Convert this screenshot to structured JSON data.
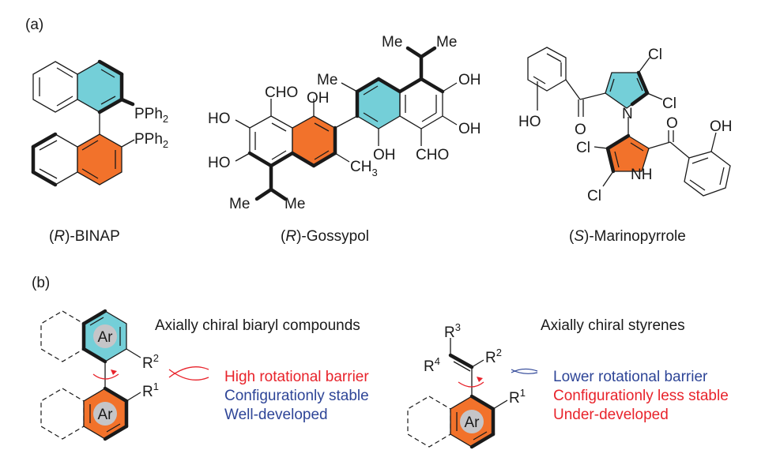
{
  "panels": {
    "a": {
      "label": "(a)",
      "compounds": [
        {
          "name_prefix": "(",
          "name_italic": "R",
          "name_suffix": ")-BINAP",
          "substituents": [
            "PPh",
            "PPh"
          ],
          "subscripts": [
            "2",
            "2"
          ]
        },
        {
          "name_prefix": "(",
          "name_italic": "R",
          "name_suffix": ")-Gossypol",
          "groups": {
            "cho_top": "CHO",
            "oh_top": "OH",
            "ho_1": "HO",
            "ho_2": "HO",
            "me_top": "Me",
            "me_iso_top_l": "Me",
            "me_iso_top_r": "Me",
            "oh_r1": "OH",
            "oh_r2": "OH",
            "oh_bottom": "OH",
            "cho_bottom": "CHO",
            "ch3": "CH",
            "ch3_sub": "3",
            "me_iso_bot_l": "Me",
            "me_iso_bot_r": "Me"
          }
        },
        {
          "name_prefix": "(",
          "name_italic": "S",
          "name_suffix": ")-Marinopyrrole",
          "groups": {
            "cl_1": "Cl",
            "cl_2": "Cl",
            "cl_3": "Cl",
            "cl_4": "Cl",
            "n": "N",
            "nh": "NH",
            "ho": "HO",
            "oh": "OH",
            "o_1": "O",
            "o_2": "O"
          }
        }
      ]
    },
    "b": {
      "label": "(b)",
      "left": {
        "title": "Axially chiral biaryl compounds",
        "ring_label": "Ar",
        "r2": "R",
        "r2_sup": "2",
        "r1": "R",
        "r1_sup": "1",
        "properties": [
          {
            "text": "High rotational barrier",
            "color": "#e8232b"
          },
          {
            "text": "Configurationly stable",
            "color": "#2e4597"
          },
          {
            "text": "Well-developed",
            "color": "#2e4597"
          }
        ]
      },
      "right": {
        "title": "Axially chiral styrenes",
        "ring_label": "Ar",
        "r3": "R",
        "r3_sup": "3",
        "r4": "R",
        "r4_sup": "4",
        "r2": "R",
        "r2_sup": "2",
        "r1": "R",
        "r1_sup": "1",
        "properties": [
          {
            "text": "Lower rotational barrier",
            "color": "#2e4597"
          },
          {
            "text": "Configurationly less stable",
            "color": "#e8232b"
          },
          {
            "text": "Under-developed",
            "color": "#e8232b"
          }
        ]
      }
    }
  },
  "colors": {
    "cyan_ring": "#74cfd8",
    "orange_ring": "#f2722b",
    "ar_circle": "#c5c5c8",
    "red": "#e8232b",
    "blue": "#2e4597"
  }
}
